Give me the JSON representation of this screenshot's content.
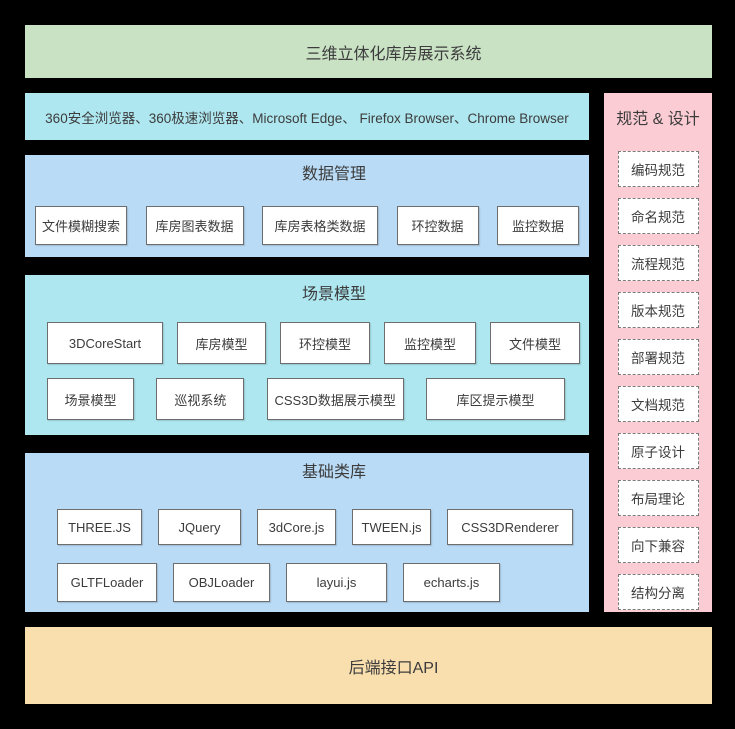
{
  "title": "三维立体化库房展示系统",
  "browser_bar": {
    "text": "360安全浏览器、360极速浏览器、Microsoft Edge、 Firefox Browser、Chrome Browser"
  },
  "sections": {
    "data_management": {
      "title": "数据管理",
      "boxes": [
        "文件模糊搜索",
        "库房图表数据",
        "库房表格类数据",
        "环控数据",
        "监控数据"
      ]
    },
    "scene_model": {
      "title": "场景模型",
      "rows": [
        [
          "3DCoreStart",
          "库房模型",
          "环控模型",
          "监控模型",
          "文件模型"
        ],
        [
          "场景模型",
          "巡视系统",
          "CSS3D数据展示模型",
          "库区提示模型"
        ]
      ]
    },
    "base_library": {
      "title": "基础类库",
      "rows": [
        [
          "THREE.JS",
          "JQuery",
          "3dCore.js",
          "TWEEN.js",
          "CSS3DRenderer"
        ],
        [
          "GLTFLoader",
          "OBJLoader",
          "layui.js",
          "echarts.js"
        ]
      ]
    }
  },
  "spec_panel": {
    "title": "规范 & 设计",
    "items": [
      "编码规范",
      "命名规范",
      "流程规范",
      "版本规范",
      "部署规范",
      "文档规范",
      "原子设计",
      "布局理论",
      "向下兼容",
      "结构分离"
    ]
  },
  "footer": {
    "title": "后端接口API"
  },
  "colors": {
    "background": "#000000",
    "title_banner": "#c9e2c4",
    "browser_bar": "#aee7f0",
    "blue_section": "#b9dbf6",
    "cyan_section": "#aee7f0",
    "spec_panel": "#fbccd3",
    "api_banner": "#fadfae",
    "node_fill": "#ffffff",
    "node_border": "#6d6d6d",
    "text": "#3c3c3c"
  }
}
